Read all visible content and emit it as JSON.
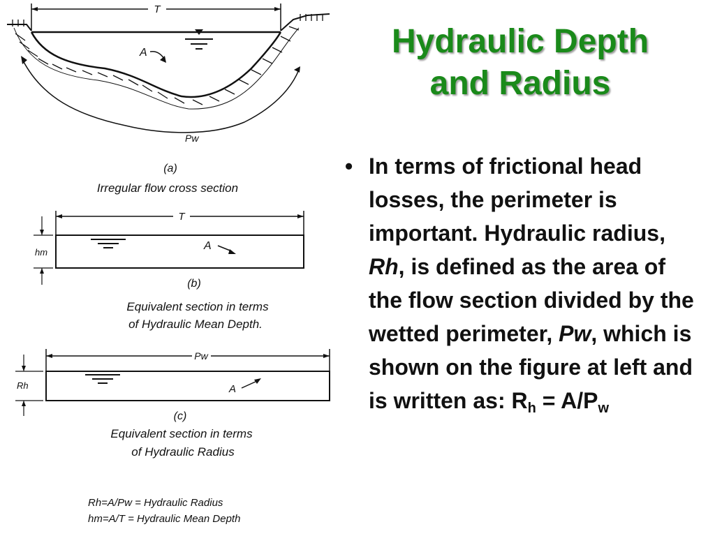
{
  "slide": {
    "title_line1": "Hydraulic Depth",
    "title_line2": "and Radius",
    "bullet_symbol": "•",
    "bullet": {
      "part1": "In terms of frictional head losses, the perimeter is important. Hydraulic radius, ",
      "rh": "Rh",
      "part2": ", is defined as the area of the flow section divided by the wetted perimeter, ",
      "pw": "Pw",
      "part3": ", which is shown on the figure at left and is written as: R",
      "sub_h": "h",
      "part4": " = A/P",
      "sub_w": "w"
    }
  },
  "figure": {
    "a": {
      "label_T": "T",
      "label_A": "A",
      "label_Pw": "Pw",
      "caption_letter": "(a)",
      "caption": "Irregular flow cross section"
    },
    "b": {
      "label_T": "T",
      "label_A": "A",
      "label_hm": "hm",
      "caption_letter": "(b)",
      "caption_line1": "Equivalent section in terms",
      "caption_line2": "of Hydraulic Mean Depth."
    },
    "c": {
      "label_Pw": "Pw",
      "label_A": "A",
      "label_Rh": "Rh",
      "caption_letter": "(c)",
      "caption_line1": "Equivalent section in terms",
      "caption_line2": "of Hydraulic Radius"
    },
    "formula_line1": "Rh=A/Pw = Hydraulic Radius",
    "formula_line2": "hm=A/T = Hydraulic Mean Depth"
  }
}
